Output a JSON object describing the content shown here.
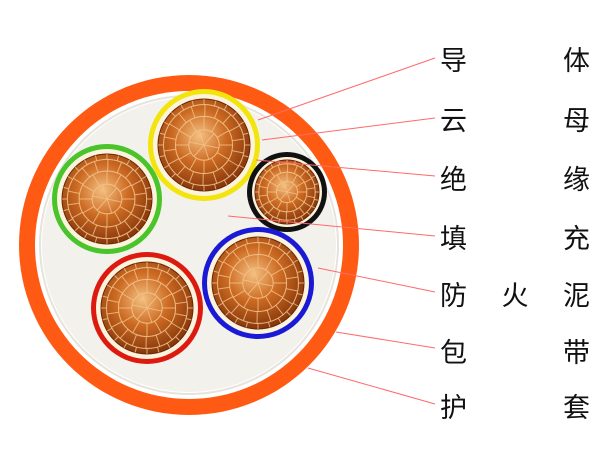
{
  "labels": [
    {
      "id": "conductor",
      "chars": [
        "导",
        "体"
      ]
    },
    {
      "id": "mica",
      "chars": [
        "云",
        "母"
      ]
    },
    {
      "id": "insulation",
      "chars": [
        "绝",
        "缘"
      ]
    },
    {
      "id": "filler",
      "chars": [
        "填",
        "充"
      ]
    },
    {
      "id": "fireproof-mud",
      "chars": [
        "防",
        "火",
        "泥"
      ]
    },
    {
      "id": "wrapping-tape",
      "chars": [
        "包",
        "带"
      ]
    },
    {
      "id": "sheath",
      "chars": [
        "护",
        "套"
      ]
    }
  ],
  "colors": {
    "sheath": "#ff5a14",
    "wrapping_tape": "#ffffff",
    "fireproof_mud": "#f2f0ec",
    "filler_outline": "#c8c8c8",
    "leader_line": "#ff6666",
    "copper_dark": "#7a2e08",
    "copper_mid": "#c0621e",
    "copper_light": "#f0b070",
    "core_insulation": [
      "#f2e40c",
      "#49c42a",
      "#111111",
      "#dd1a10",
      "#1a1ad6"
    ]
  },
  "cores": [
    {
      "name": "yellow-core",
      "insulation": "#f2e40c"
    },
    {
      "name": "green-core",
      "insulation": "#49c42a"
    },
    {
      "name": "black-core",
      "insulation": "#111111"
    },
    {
      "name": "red-core",
      "insulation": "#dd1a10"
    },
    {
      "name": "blue-core",
      "insulation": "#1a1ad6"
    }
  ]
}
